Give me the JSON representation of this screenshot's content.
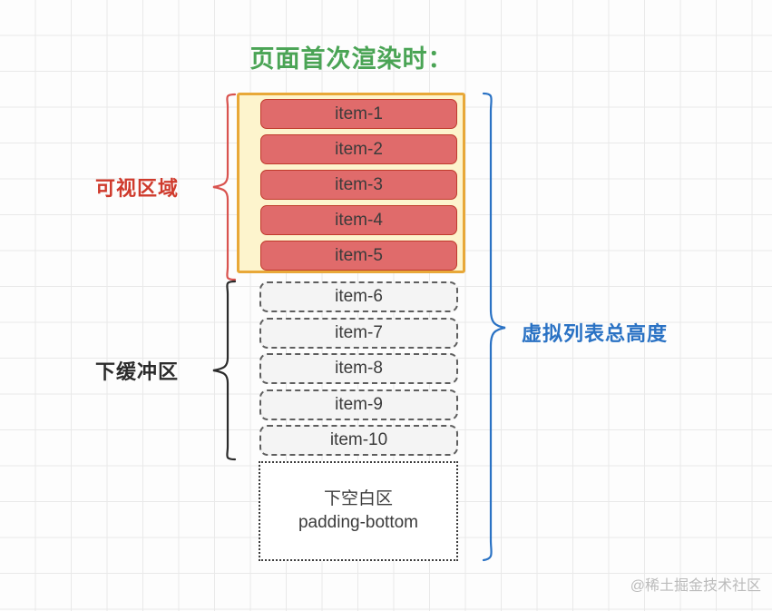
{
  "diagram": {
    "title": "页面首次渲染时：",
    "viewport_items": [
      {
        "label": "item-1"
      },
      {
        "label": "item-2"
      },
      {
        "label": "item-3"
      },
      {
        "label": "item-4"
      },
      {
        "label": "item-5"
      }
    ],
    "buffer_items": [
      {
        "label": "item-6"
      },
      {
        "label": "item-7"
      },
      {
        "label": "item-8"
      },
      {
        "label": "item-9"
      },
      {
        "label": "item-10"
      }
    ],
    "padding_box": {
      "line1": "下空白区",
      "line2": "padding-bottom"
    },
    "labels": {
      "viewport": "可视区域",
      "buffer": "下缓冲区",
      "total_height": "虚拟列表总高度"
    },
    "colors": {
      "title_green": "#4aa455",
      "viewport_red": "#cf3a2c",
      "item_fill_red": "#e06b6b",
      "item_border_red": "#c0392b",
      "viewport_box_fill": "#fdf4cd",
      "viewport_box_border": "#e8a838",
      "buffer_black": "#2b2b2b",
      "buffer_item_fill": "#f4f4f4",
      "buffer_item_border": "#5e5e5e",
      "total_blue": "#2a72c4",
      "grid_line": "#e9e9e9"
    }
  },
  "watermark": "@稀土掘金技术社区"
}
